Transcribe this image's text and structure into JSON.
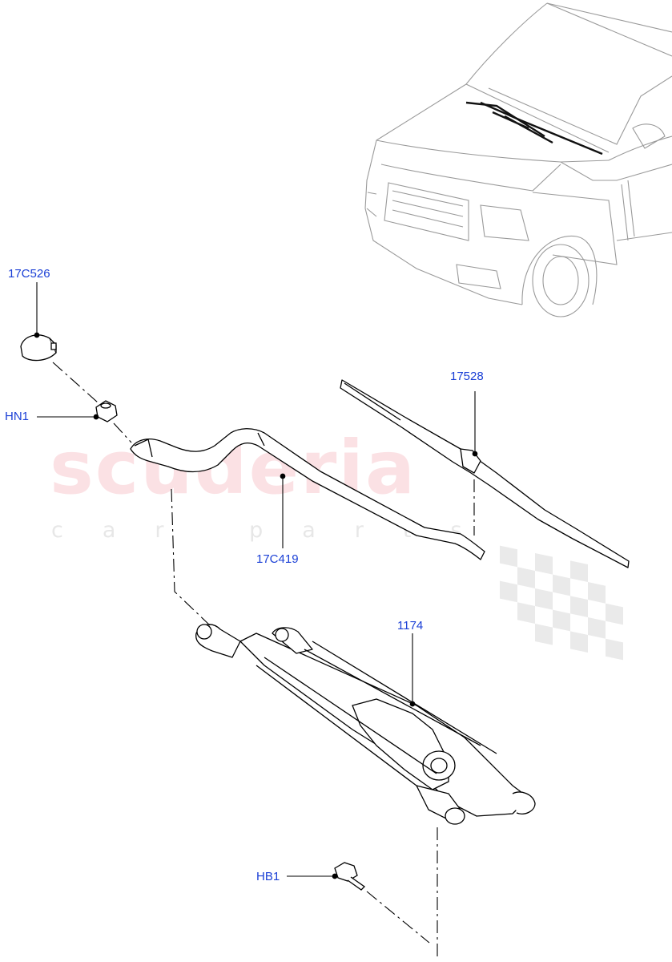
{
  "watermark": {
    "brand": "scuderia",
    "tagline": "car parts"
  },
  "callouts": [
    {
      "id": "17C526",
      "label": "17C526"
    },
    {
      "id": "HN1",
      "label": "HN1"
    },
    {
      "id": "17528",
      "label": "17528"
    },
    {
      "id": "17C419",
      "label": "17C419"
    },
    {
      "id": "1174",
      "label": "1174"
    },
    {
      "id": "HB1",
      "label": "HB1"
    }
  ],
  "colors": {
    "callout_text": "#1a3fd6",
    "line_art": "#000000",
    "vehicle_line_art": "#9a9a9a",
    "watermark_red": "#eb7882"
  }
}
